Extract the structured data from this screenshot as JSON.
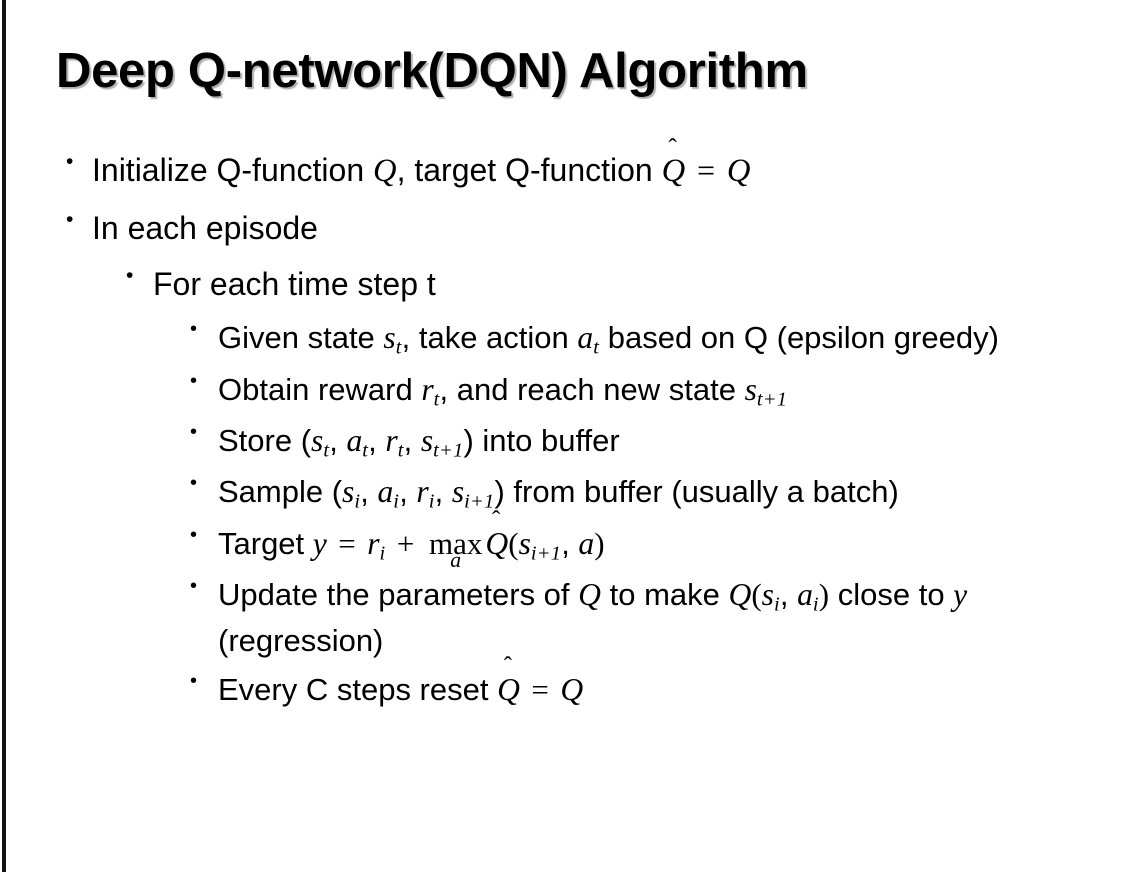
{
  "slide": {
    "title": "Deep Q-network(DQN) Algorithm",
    "bullet_glyph": "•",
    "background_color": "#ffffff",
    "text_color": "#000000",
    "edge_color": "#111111"
  },
  "content": {
    "level1": [
      {
        "id": "initialize",
        "text": "Initialize Q-function Q, target Q-function Q̂ = Q"
      },
      {
        "id": "in-each-episode",
        "text": "In each episode"
      }
    ],
    "level2": [
      {
        "id": "for-each-time-step",
        "text": "For each time step t"
      }
    ],
    "level3": [
      {
        "id": "given-state",
        "text": "Given state sₜ, take action aₜ based on Q (epsilon greedy)"
      },
      {
        "id": "obtain-reward",
        "text": "Obtain reward rₜ, and reach new state sₜ₊₁"
      },
      {
        "id": "store-transition",
        "text": "Store (sₜ, aₜ, rₜ, sₜ₊₁) into buffer"
      },
      {
        "id": "sample-batch",
        "text": "Sample (sᵢ, aᵢ, rᵢ, sᵢ₊₁) from buffer (usually a batch)"
      },
      {
        "id": "target-equation",
        "text": "Target y = rᵢ + maxₐ Q̂(sᵢ₊₁, a)"
      },
      {
        "id": "update-parameters",
        "text": "Update the parameters of Q to make Q(sᵢ, aᵢ) close to y (regression)"
      },
      {
        "id": "reset-target",
        "text": "Every C steps reset Q̂ = Q"
      }
    ]
  },
  "fragments": {
    "initialize_pre": "Initialize Q-function ",
    "initialize_mid": ", target Q-function ",
    "in_each_episode": "In each episode",
    "for_each_time_step": "For each time step t",
    "given_pre": "Given state ",
    "given_mid": ", take action ",
    "given_post": " based on Q (epsilon greedy)",
    "obtain_pre": "Obtain reward ",
    "obtain_mid": ", and reach new state ",
    "store_pre": "Store (",
    "store_post": ") into buffer",
    "sample_pre": "Sample (",
    "sample_post": ") from buffer (usually a batch)",
    "target_pre": "Target ",
    "update_pre": "Update the parameters of ",
    "update_mid": " to make ",
    "update_post": " close to ",
    "update_end": " (regression)",
    "every_pre": "Every C steps reset ",
    "sym_Q": "Q",
    "sym_s": "s",
    "sym_a": "a",
    "sym_r": "r",
    "sym_y": "y",
    "sub_t": "t",
    "sub_i": "i",
    "sub_t1": "t+1",
    "sub_i1": "i+1",
    "hat_mark": "̂",
    "hat_caret": "ˆ",
    "eq": " = ",
    "plus": " + ",
    "comma": ", ",
    "open_paren": "(",
    "close_paren": ")",
    "max_op": "max"
  }
}
